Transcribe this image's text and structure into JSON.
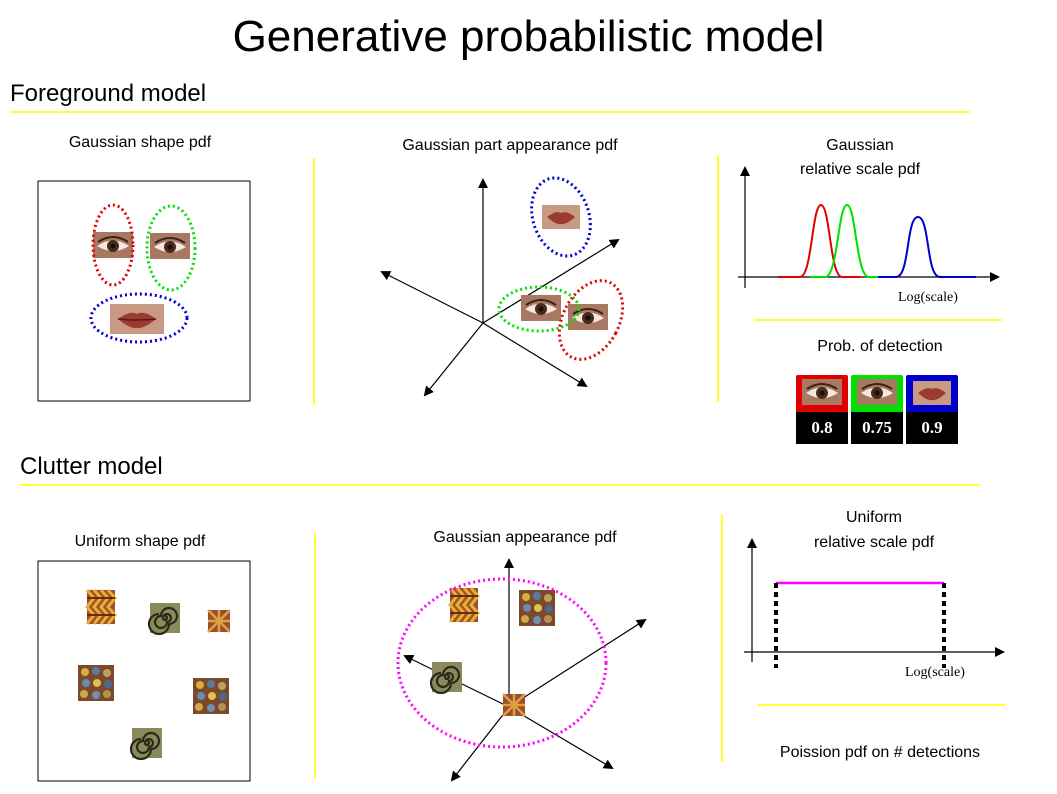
{
  "title": "Generative probabilistic model",
  "foreground": {
    "heading": "Foreground model",
    "shape_label": "Gaussian shape pdf",
    "appearance_label": "Gaussian part appearance pdf",
    "scale_label_line1": "Gaussian",
    "scale_label_line2": "relative scale pdf",
    "scale_axis": "Log(scale)",
    "detection_label": "Prob. of detection",
    "detection_probs": [
      "0.8",
      "0.75",
      "0.9"
    ]
  },
  "clutter": {
    "heading": "Clutter model",
    "shape_label": "Uniform shape pdf",
    "appearance_label": "Gaussian appearance pdf",
    "scale_label_line1": "Uniform",
    "scale_label_line2": "relative scale pdf",
    "scale_axis": "Log(scale)",
    "poisson_label": "Poission pdf on # detections"
  },
  "colors": {
    "divider": "#ffff33",
    "part_left_eye": "#e00000",
    "part_right_eye": "#00e000",
    "part_mouth": "#0000cc",
    "clutter": "#ff00ff"
  }
}
